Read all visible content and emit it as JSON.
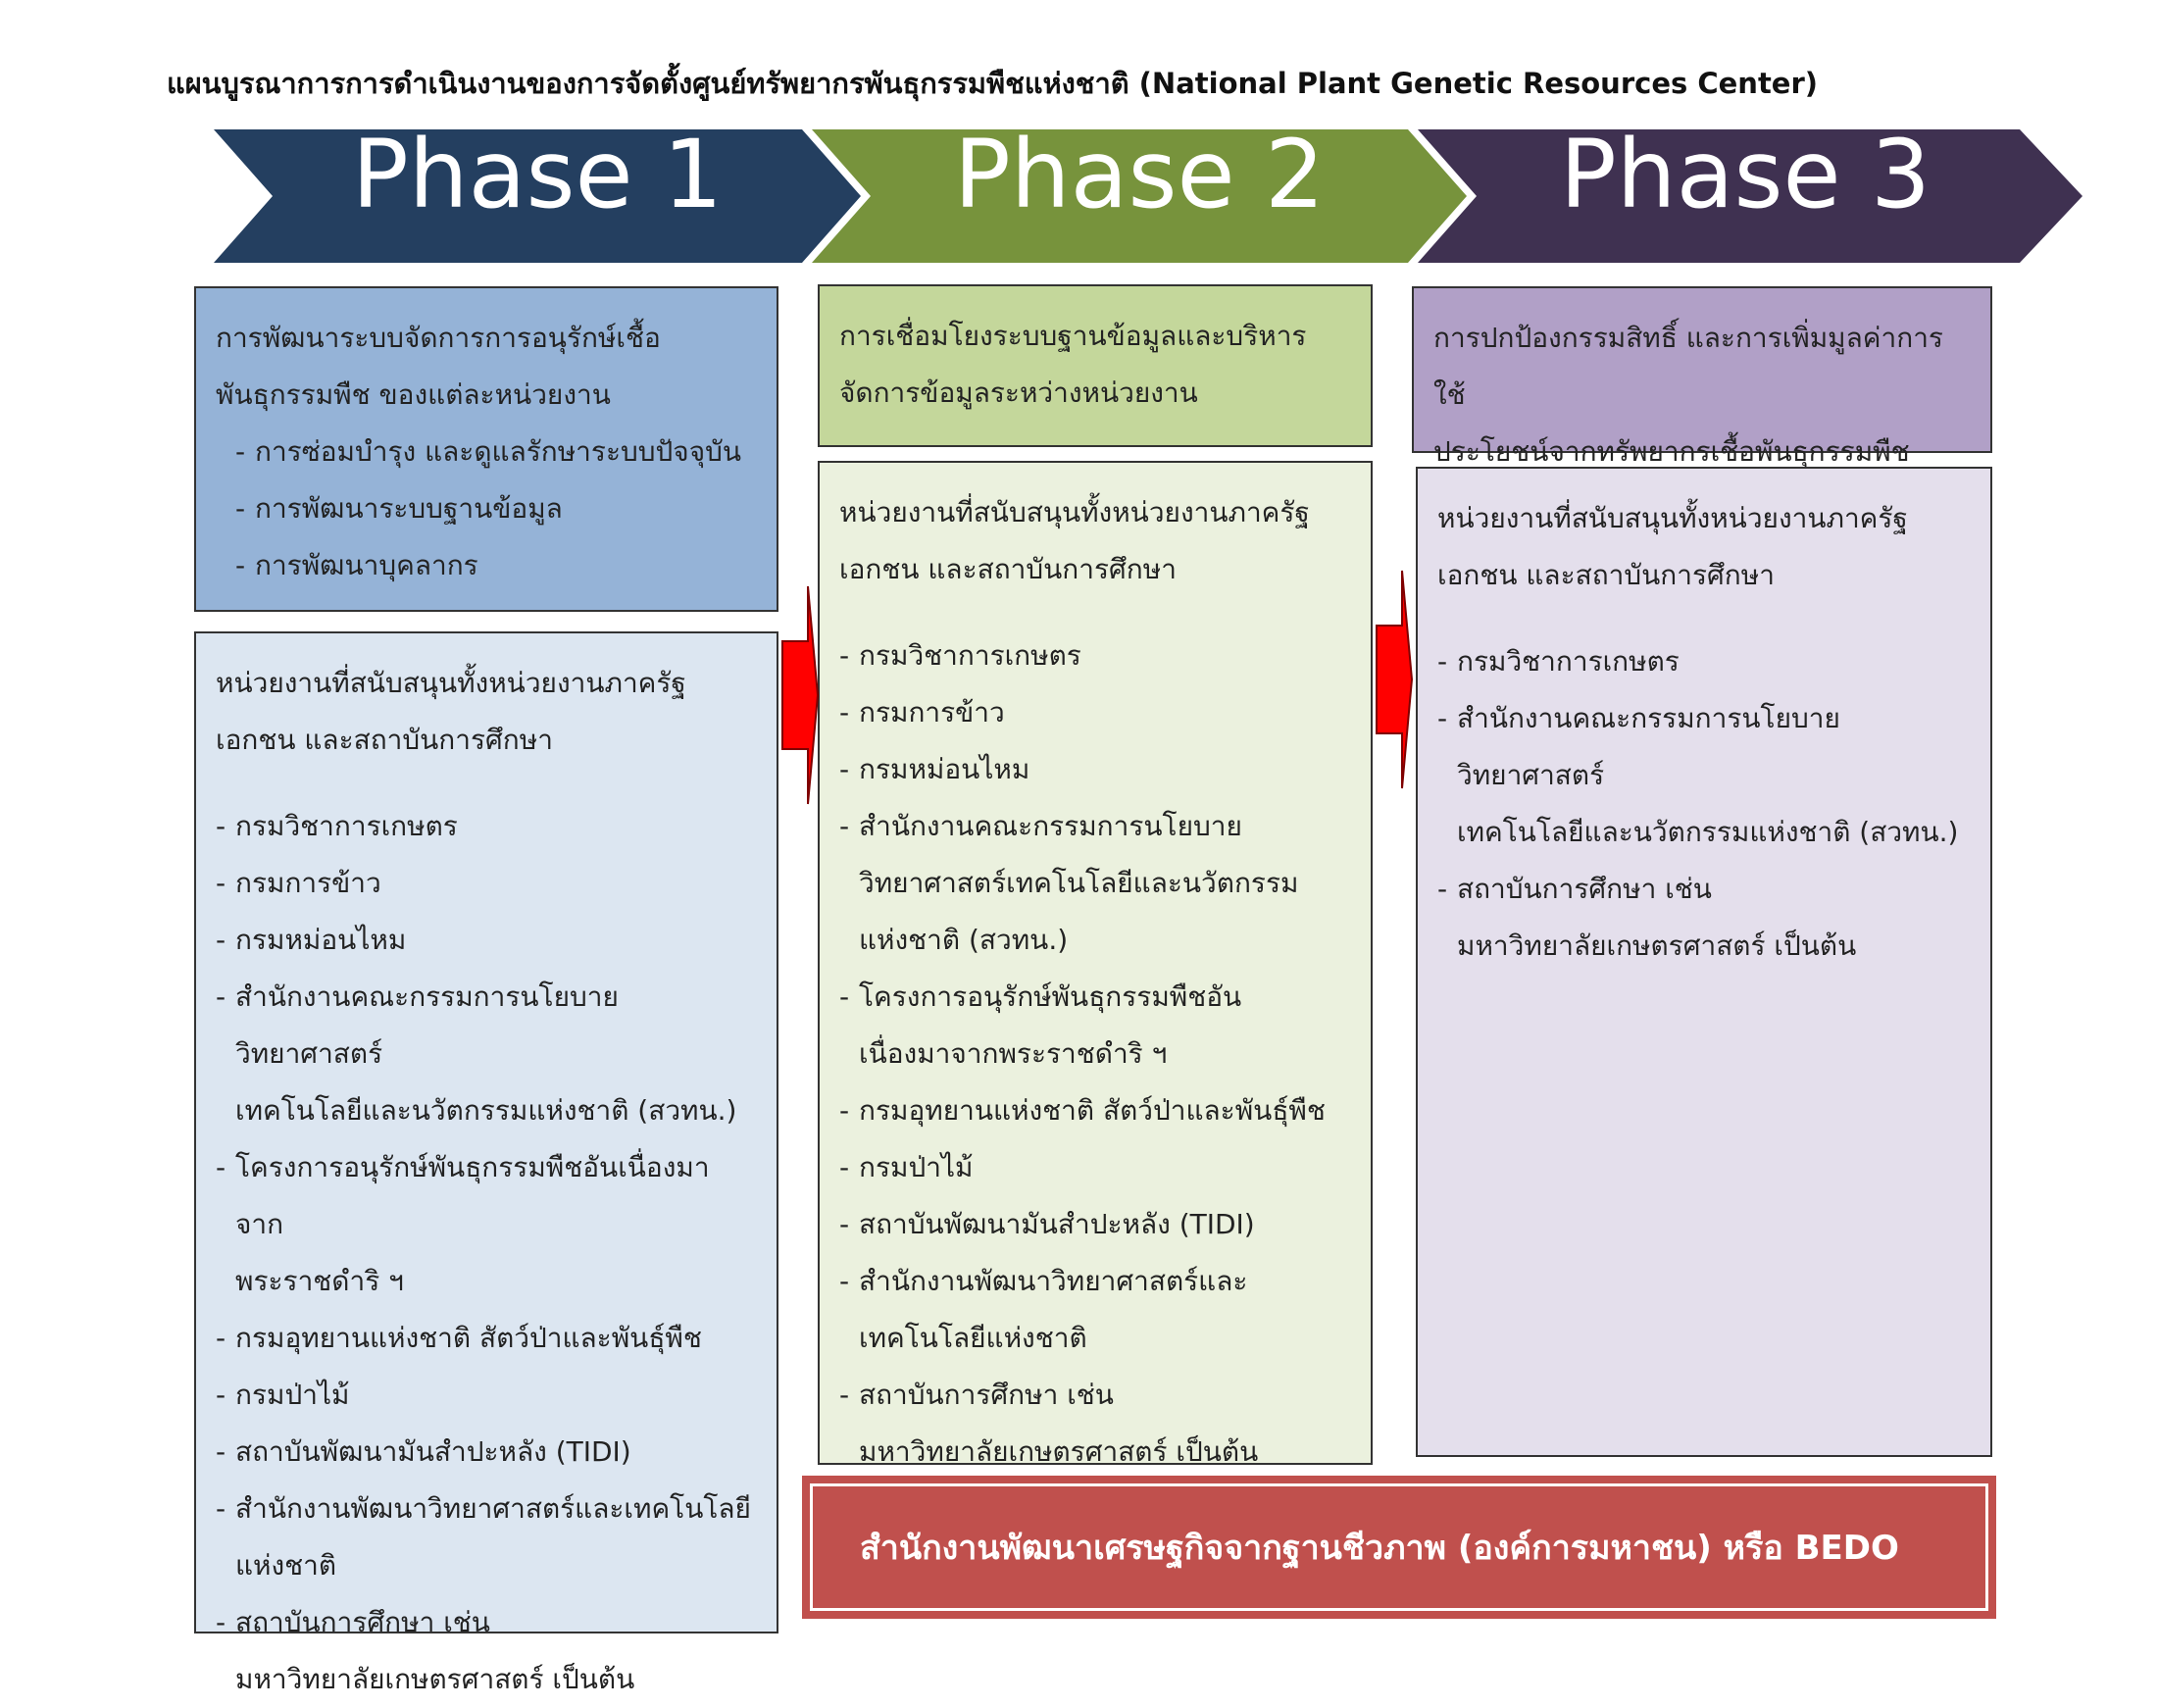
{
  "title": "แผนบูรณาการการดำเนินงานของการจัดตั้งศูนย์ทรัพยากรพันธุกรรมพืชแห่งชาติ (National Plant Genetic Resources Center)",
  "phases": [
    {
      "label": "Phase 1",
      "color": "#243f60"
    },
    {
      "label": "Phase 2",
      "color": "#77933c"
    },
    {
      "label": "Phase 3",
      "color": "#3f3151"
    }
  ],
  "phase1": {
    "goal": {
      "heading": [
        "การพัฒนาระบบจัดการการอนุรักษ์เชื้อ",
        "พันธุกรรมพืช ของแต่ละหน่วยงาน"
      ],
      "items": [
        "การซ่อมบำรุง และดูแลรักษาระบบปัจจุบัน",
        "การพัฒนาระบบฐานข้อมูล",
        "การพัฒนาบุคลากร"
      ]
    },
    "support": {
      "heading": [
        "หน่วยงานที่สนับสนุนทั้งหน่วยงานภาครัฐ",
        "เอกชน และสถาบันการศึกษา"
      ],
      "items": [
        [
          "กรมวิชาการเกษตร"
        ],
        [
          "กรมการข้าว"
        ],
        [
          "กรมหม่อนไหม"
        ],
        [
          "สำนักงานคณะกรรมการนโยบายวิทยาศาสตร์",
          "เทคโนโลยีและนวัตกรรมแห่งชาติ (สวทน.)"
        ],
        [
          "โครงการอนุรักษ์พันธุกรรมพืชอันเนื่องมาจาก",
          "พระราชดำริ ฯ"
        ],
        [
          "กรมอุทยานแห่งชาติ สัตว์ป่าและพันธุ์พืช"
        ],
        [
          "กรมป่าไม้"
        ],
        [
          "สถาบันพัฒนามันสำปะหลัง (TIDI)"
        ],
        [
          "สำนักงานพัฒนาวิทยาศาสตร์และเทคโนโลยี",
          "แห่งชาติ"
        ],
        [
          "สถาบันการศึกษา เช่น",
          "มหาวิทยาลัยเกษตรศาสตร์ เป็นต้น"
        ]
      ]
    }
  },
  "phase2": {
    "goal": {
      "heading": [
        "การเชื่อมโยงระบบฐานข้อมูลและบริหาร",
        "จัดการข้อมูลระหว่างหน่วยงาน"
      ]
    },
    "support": {
      "heading": [
        "หน่วยงานที่สนับสนุนทั้งหน่วยงานภาครัฐ",
        "เอกชน และสถาบันการศึกษา"
      ],
      "items": [
        [
          "กรมวิชาการเกษตร"
        ],
        [
          "กรมการข้าว"
        ],
        [
          "กรมหม่อนไหม"
        ],
        [
          "สำนักงานคณะกรรมการนโยบาย",
          "วิทยาศาสตร์เทคโนโลยีและนวัตกรรม",
          "แห่งชาติ (สวทน.)"
        ],
        [
          "โครงการอนุรักษ์พันธุกรรมพืชอัน",
          "เนื่องมาจากพระราชดำริ ฯ"
        ],
        [
          "กรมอุทยานแห่งชาติ สัตว์ป่าและพันธุ์พืช"
        ],
        [
          "กรมป่าไม้"
        ],
        [
          "สถาบันพัฒนามันสำปะหลัง (TIDI)"
        ],
        [
          "สำนักงานพัฒนาวิทยาศาสตร์และ",
          "เทคโนโลยีแห่งชาติ"
        ],
        [
          "สถาบันการศึกษา เช่น",
          "มหาวิทยาลัยเกษตรศาสตร์ เป็นต้น"
        ]
      ]
    }
  },
  "phase3": {
    "goal": {
      "heading": [
        "การปกป้องกรรมสิทธิ์ และการเพิ่มมูลค่าการใช้",
        "ประโยชน์จากทรัพยากรเชื้อพันธุกรรมพืช"
      ]
    },
    "support": {
      "heading": [
        "หน่วยงานที่สนับสนุนทั้งหน่วยงานภาครัฐ",
        "เอกชน และสถาบันการศึกษา"
      ],
      "items": [
        [
          "กรมวิชาการเกษตร"
        ],
        [
          "สำนักงานคณะกรรมการนโยบายวิทยาศาสตร์",
          "เทคโนโลยีและนวัตกรรมแห่งชาติ (สวทน.)"
        ],
        [
          "สถาบันการศึกษา เช่น",
          "มหาวิทยาลัยเกษตรศาสตร์ เป็นต้น"
        ]
      ]
    }
  },
  "bedo": "สำนักงานพัฒนาเศรษฐกิจจากฐานชีวภาพ (องค์การมหาชน) หรือ BEDO",
  "colors": {
    "p1_goal_bg": "#95b3d7",
    "p1_support_bg": "#dce6f1",
    "p2_goal_bg": "#c4d79b",
    "p2_support_bg": "#ebf1de",
    "p3_goal_bg": "#b1a0c7",
    "p3_support_bg": "#e4dfec",
    "arrow": "#ff0000",
    "bedo": "#c0504d"
  }
}
